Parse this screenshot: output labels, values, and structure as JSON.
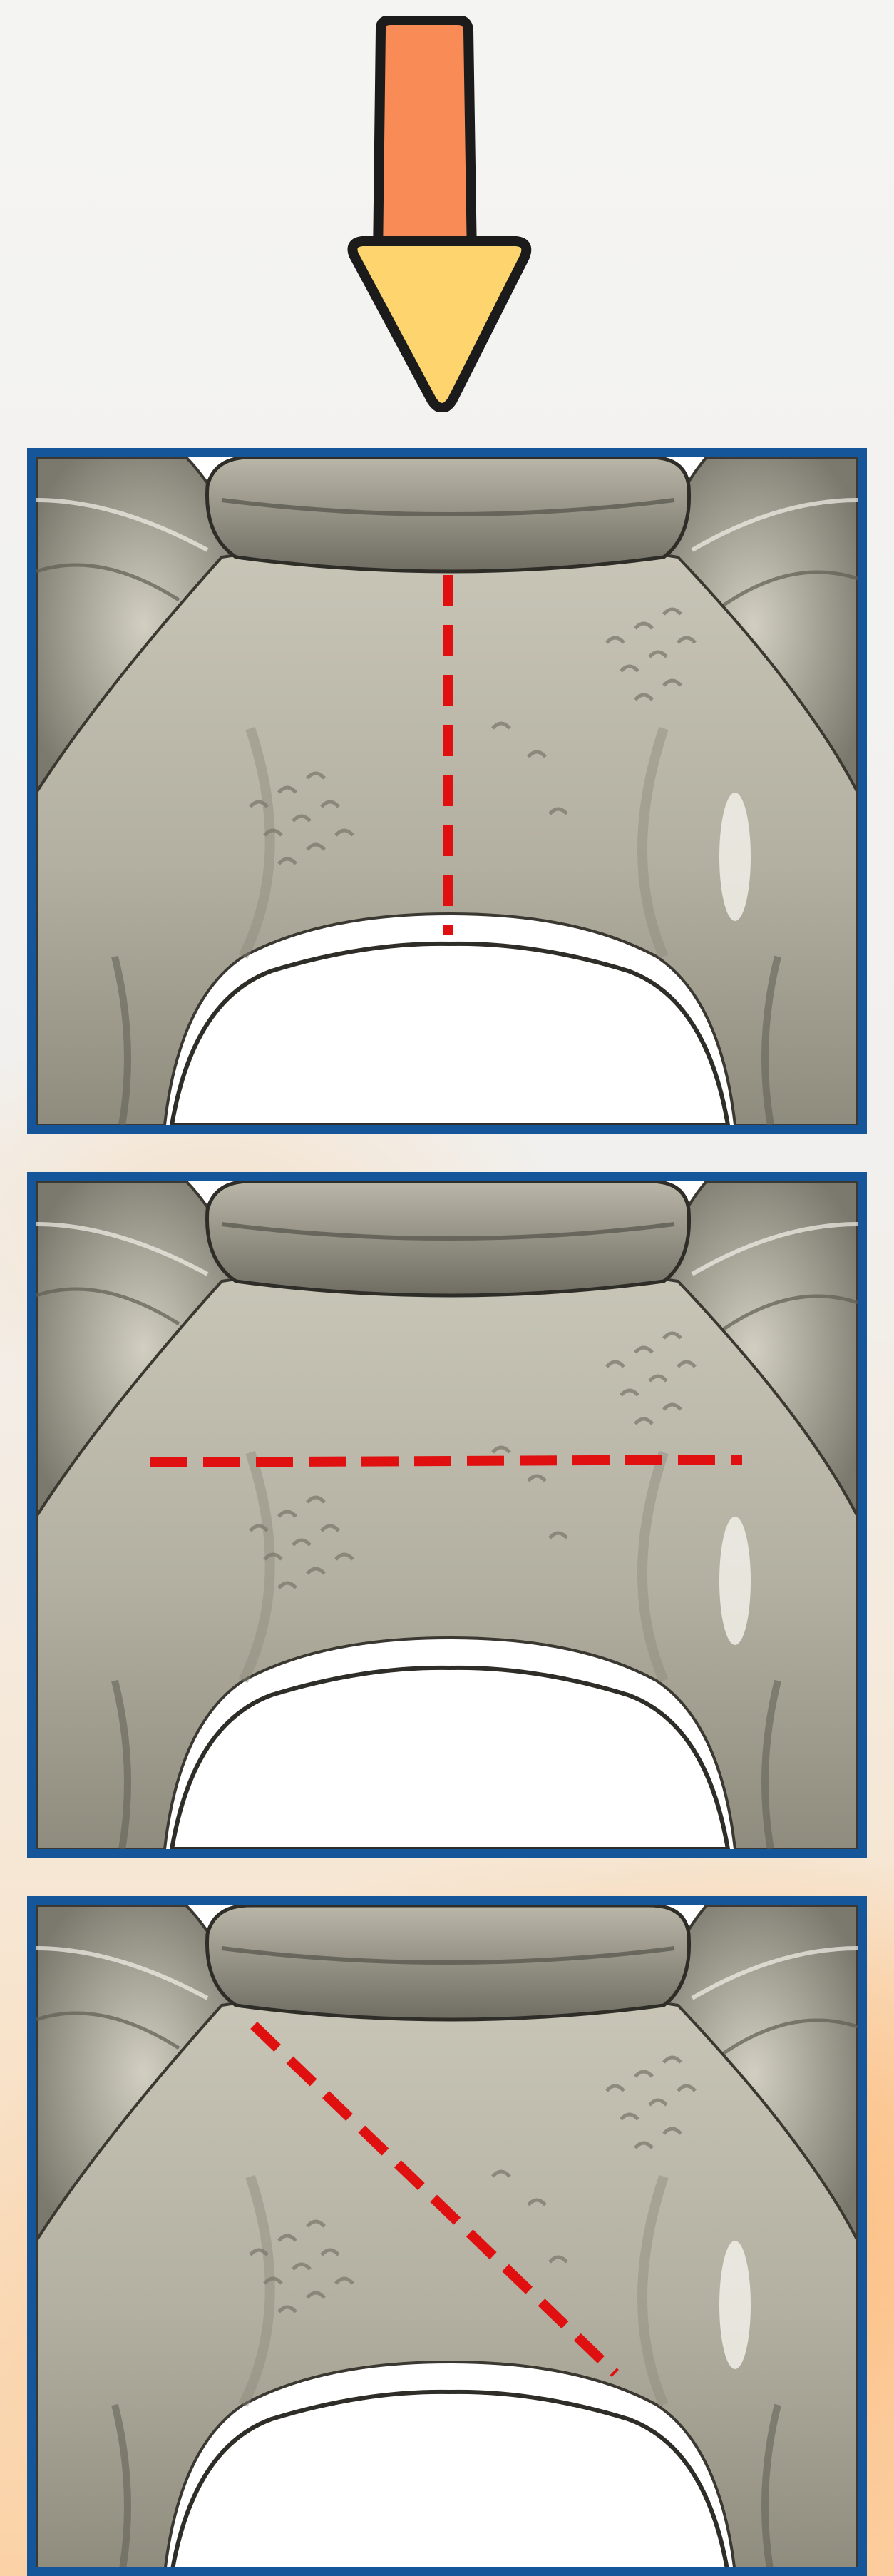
{
  "colors": {
    "frame": "#15559a",
    "cut_line": "#e01010",
    "arrow_shaft": "#f98b57",
    "arrow_head": "#fed46e",
    "bone": "#b4b1a3"
  },
  "arrow": {
    "icon": "down-arrow-icon",
    "direction": "down"
  },
  "panels": [
    {
      "icon": "vertebra-icon",
      "cut_orientation": "vertical"
    },
    {
      "icon": "vertebra-icon",
      "cut_orientation": "horizontal"
    },
    {
      "icon": "vertebra-icon",
      "cut_orientation": "diagonal"
    }
  ]
}
